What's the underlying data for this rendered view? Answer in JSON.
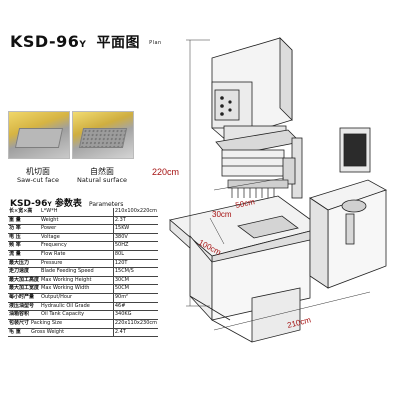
{
  "header": {
    "model": "KSD-96",
    "model_suffix": "Y",
    "title_cn": "平面图",
    "title_en": "Plan"
  },
  "photos": [
    {
      "caption_cn": "机切面",
      "caption_en": "Saw-cut face"
    },
    {
      "caption_cn": "自然面",
      "caption_en": "Natural surface"
    }
  ],
  "params_title": {
    "model": "KSD-96",
    "suffix": "Y",
    "cn": "参数表",
    "en": "Parameters"
  },
  "params": [
    {
      "cn": "长×宽×高",
      "en": "L*W*H",
      "value": "210x100x220cm"
    },
    {
      "cn": "重 量",
      "en": "Weight",
      "value": "2.3T"
    },
    {
      "cn": "功 率",
      "en": "Power",
      "value": "15KW"
    },
    {
      "cn": "电 压",
      "en": "Voltage",
      "value": "380V"
    },
    {
      "cn": "频 率",
      "en": "Frequency",
      "value": "50HZ"
    },
    {
      "cn": "流 量",
      "en": "Flow Rate",
      "value": "80L"
    },
    {
      "cn": "最大压力",
      "en": "Pressure",
      "value": "120T"
    },
    {
      "cn": "走刀速度",
      "en": "Blade Feeding Speed",
      "value": "15CM/S"
    },
    {
      "cn": "最大加工高度",
      "en": "Max Working Height",
      "value": "30CM"
    },
    {
      "cn": "最大加工宽度",
      "en": "Max Working Width",
      "value": "50CM"
    },
    {
      "cn": "每小时产量",
      "en": "Output/Hour",
      "value": "90m²"
    },
    {
      "cn": "液压油型号",
      "en": "Hydraulic Oil Grade",
      "value": "46#"
    },
    {
      "cn": "油箱容积",
      "en": "Oil Tank Capacity",
      "value": "340KG"
    }
  ],
  "params_extra": [
    {
      "cn": "包装尺寸",
      "en": "Packing Size",
      "value": "220x110x230cm"
    },
    {
      "cn": "毛 重",
      "en": "Gross Weight",
      "value": "2.4T"
    }
  ],
  "dimensions": {
    "height": "220cm",
    "depth": "50cm",
    "blade_gap": "30cm",
    "width": "100cm",
    "length": "210cm"
  },
  "colors": {
    "dimension_red": "#a51212",
    "text": "#111111"
  }
}
